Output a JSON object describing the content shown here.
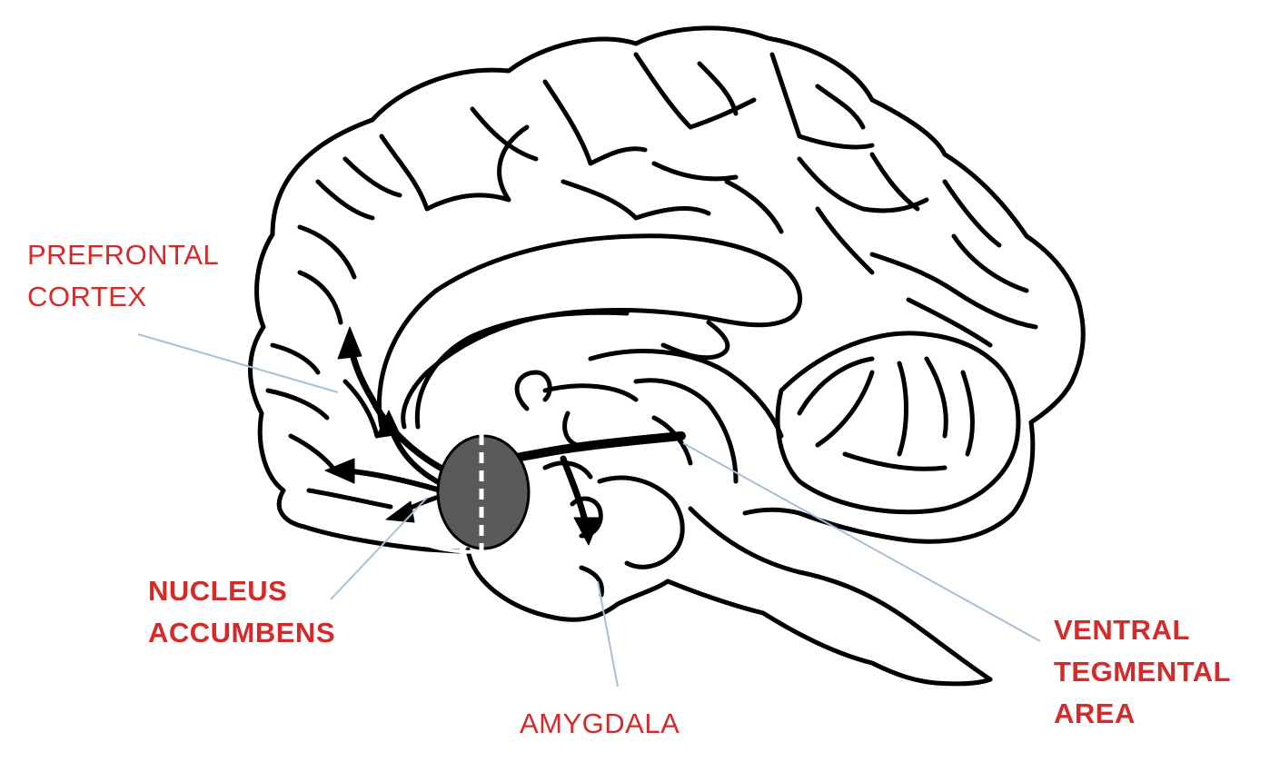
{
  "labels": {
    "prefrontal": [
      "PREFRONTAL",
      "CORTEX"
    ],
    "nucleus": [
      "NUCLEUS",
      "ACCUMBENS"
    ],
    "amygdala": [
      "AMYGDALA"
    ],
    "vta": [
      "VENTRAL",
      "TEGMENTAL",
      "AREA"
    ]
  },
  "colors": {
    "label_text": "#d42a2a",
    "leader_line": "#a9bfd8",
    "outline": "#000000",
    "nucleus_fill": "#5a5a5a"
  }
}
